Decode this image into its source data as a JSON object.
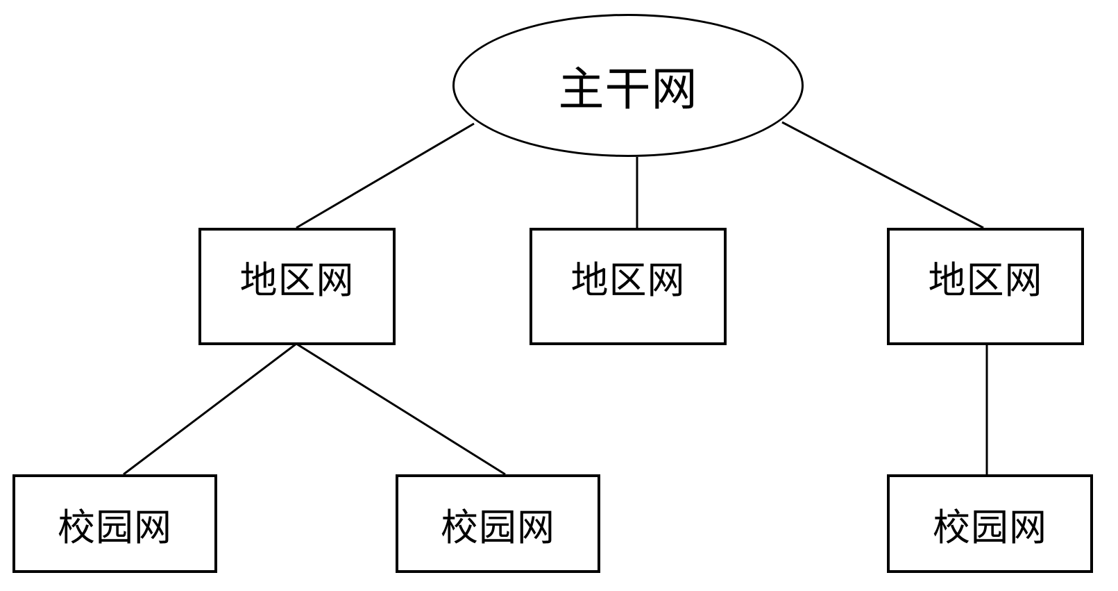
{
  "diagram": {
    "background_color": "#ffffff",
    "stroke_color": "#000000",
    "backbone": {
      "label": "主干网",
      "shape": "ellipse"
    },
    "regions": [
      {
        "label": "地区网",
        "shape": "rectangle"
      },
      {
        "label": "地区网",
        "shape": "rectangle"
      },
      {
        "label": "地区网",
        "shape": "rectangle"
      }
    ],
    "campuses": [
      {
        "label": "校园网",
        "shape": "rectangle"
      },
      {
        "label": "校园网",
        "shape": "rectangle"
      },
      {
        "label": "校园网",
        "shape": "rectangle"
      }
    ],
    "edges": [
      {
        "from": "backbone",
        "to": "region-1"
      },
      {
        "from": "backbone",
        "to": "region-2"
      },
      {
        "from": "backbone",
        "to": "region-3"
      },
      {
        "from": "region-1",
        "to": "campus-1"
      },
      {
        "from": "region-1",
        "to": "campus-2"
      },
      {
        "from": "region-3",
        "to": "campus-3"
      }
    ]
  }
}
